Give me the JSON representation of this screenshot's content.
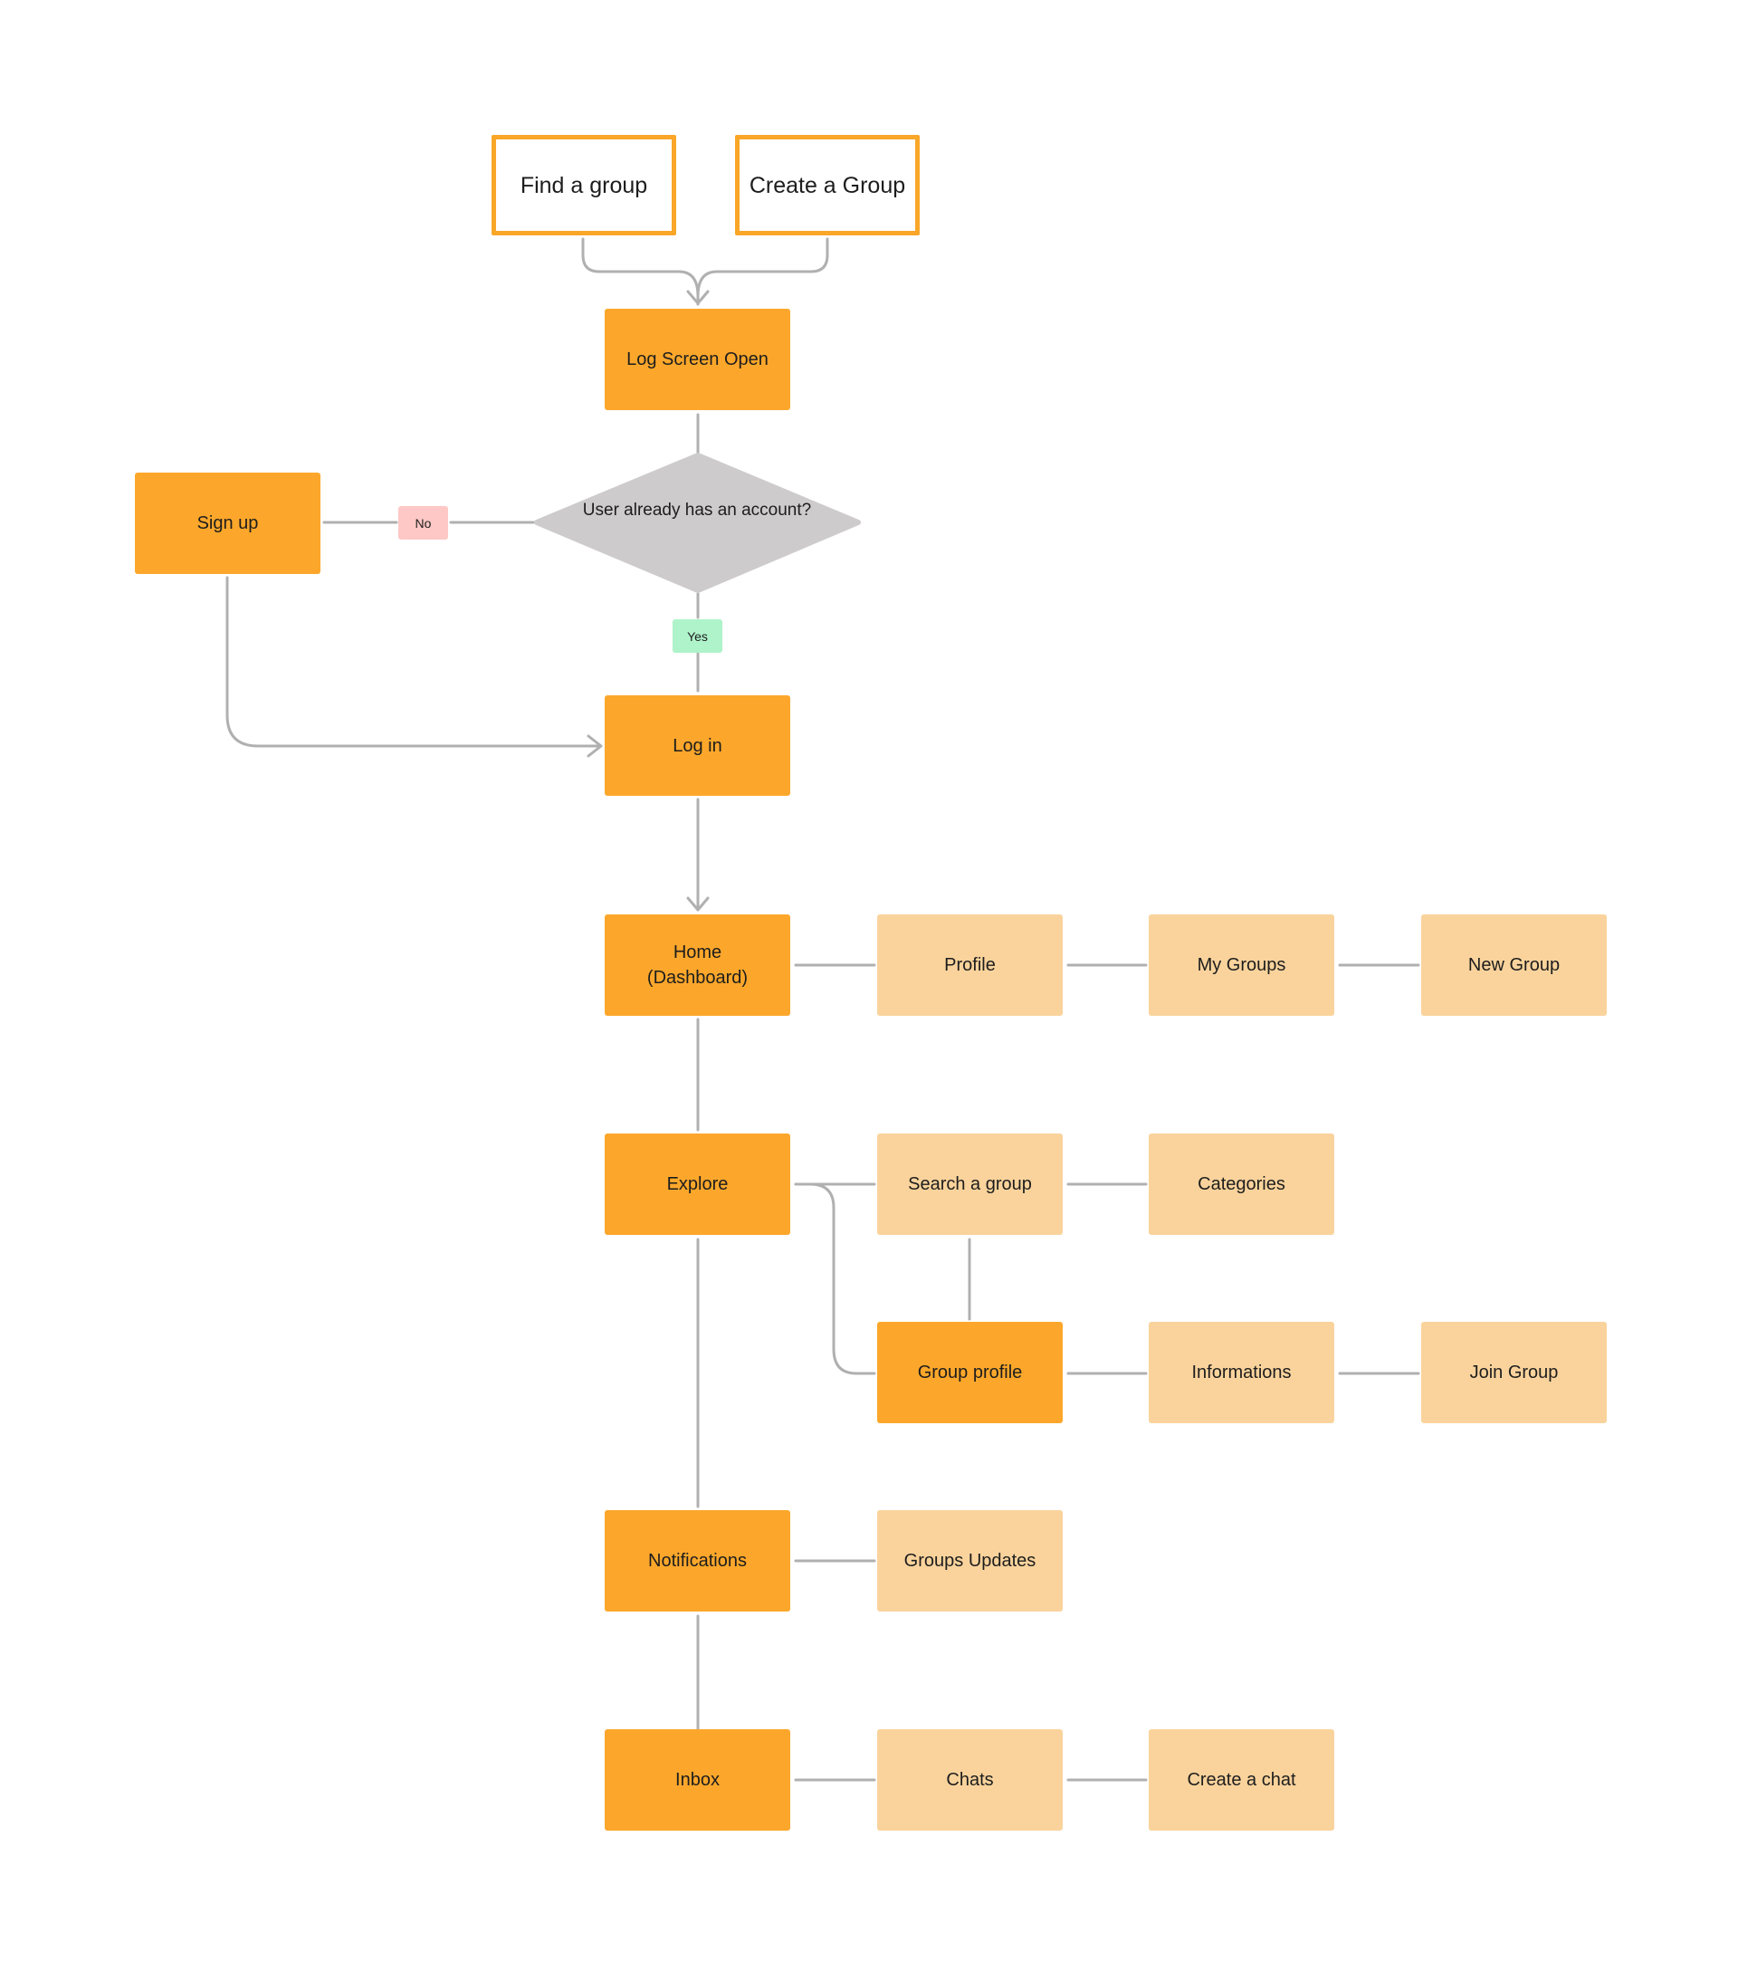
{
  "entry": {
    "find_group": "Find a group",
    "create_group": "Create a Group"
  },
  "flow": {
    "log_screen": "Log Screen Open",
    "decision_line1": "User already has",
    "decision_line2": "an account?",
    "no_label": "No",
    "yes_label": "Yes",
    "sign_up": "Sign up",
    "log_in": "Log in",
    "home_line1": "Home",
    "home_line2": "(Dashboard)",
    "explore": "Explore",
    "notifications": "Notifications",
    "inbox": "Inbox"
  },
  "home_branch": {
    "profile": "Profile",
    "my_groups": "My Groups",
    "new_group": "New Group"
  },
  "explore_branch": {
    "search_group": "Search a group",
    "categories": "Categories",
    "group_profile": "Group profile",
    "informations": "Informations",
    "join_group": "Join Group"
  },
  "notifications_branch": {
    "groups_updates": "Groups Updates"
  },
  "inbox_branch": {
    "chats": "Chats",
    "create_chat": "Create a chat"
  },
  "colors": {
    "primary_node": "#fca72b",
    "secondary_node": "#fad39c",
    "outline": "#f9a629",
    "decision": "#cdcbcb",
    "connector": "#b0b0b0",
    "no_badge": "#fdc8c5",
    "yes_badge": "#aef3ca"
  }
}
